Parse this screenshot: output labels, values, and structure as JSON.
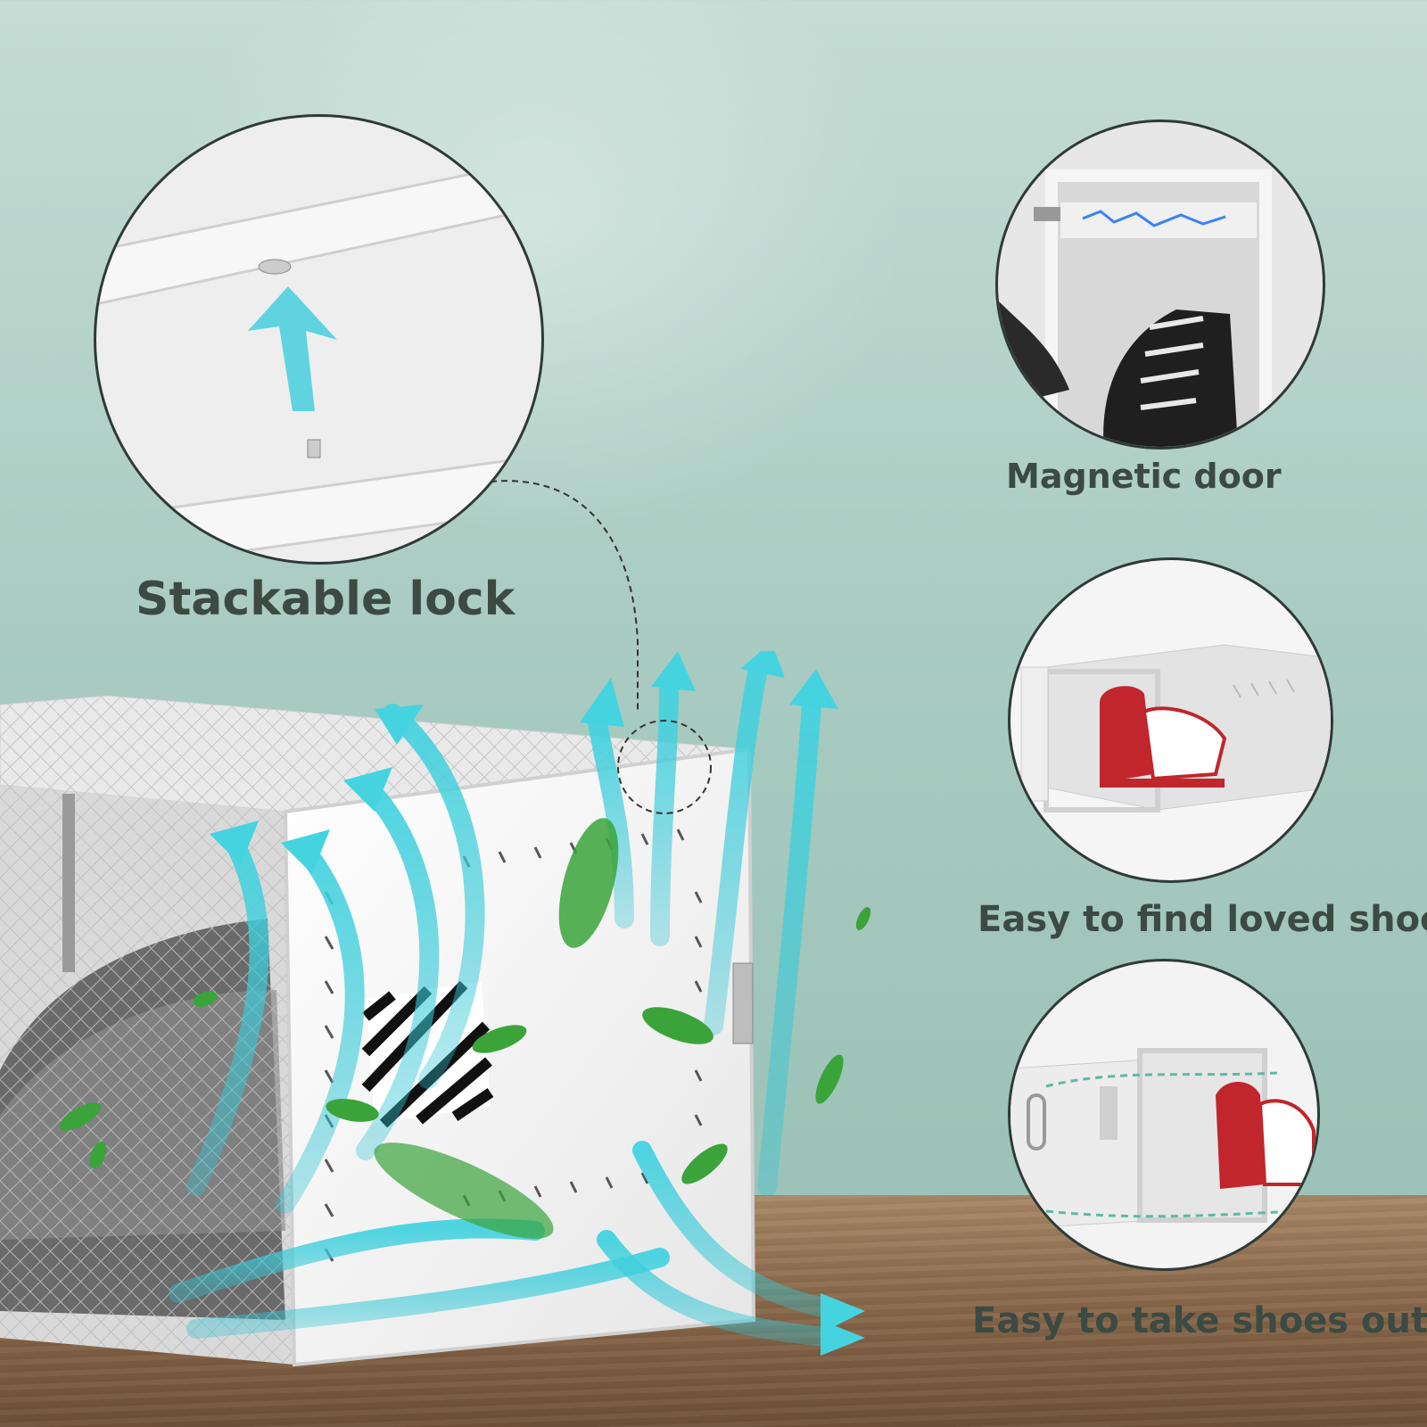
{
  "features": {
    "stackable_lock": {
      "label": "Stackable lock"
    },
    "magnetic_door": {
      "label": "Magnetic door"
    },
    "find_shoes": {
      "label": "Easy to find loved shoes"
    },
    "take_out": {
      "label": "Easy to take shoes out"
    }
  },
  "colors": {
    "background": "#a9cbc1",
    "text": "#3b4a43",
    "airflow": "#4fd0de",
    "leaf": "#3aa33a",
    "shoe_red": "#c0262b"
  }
}
